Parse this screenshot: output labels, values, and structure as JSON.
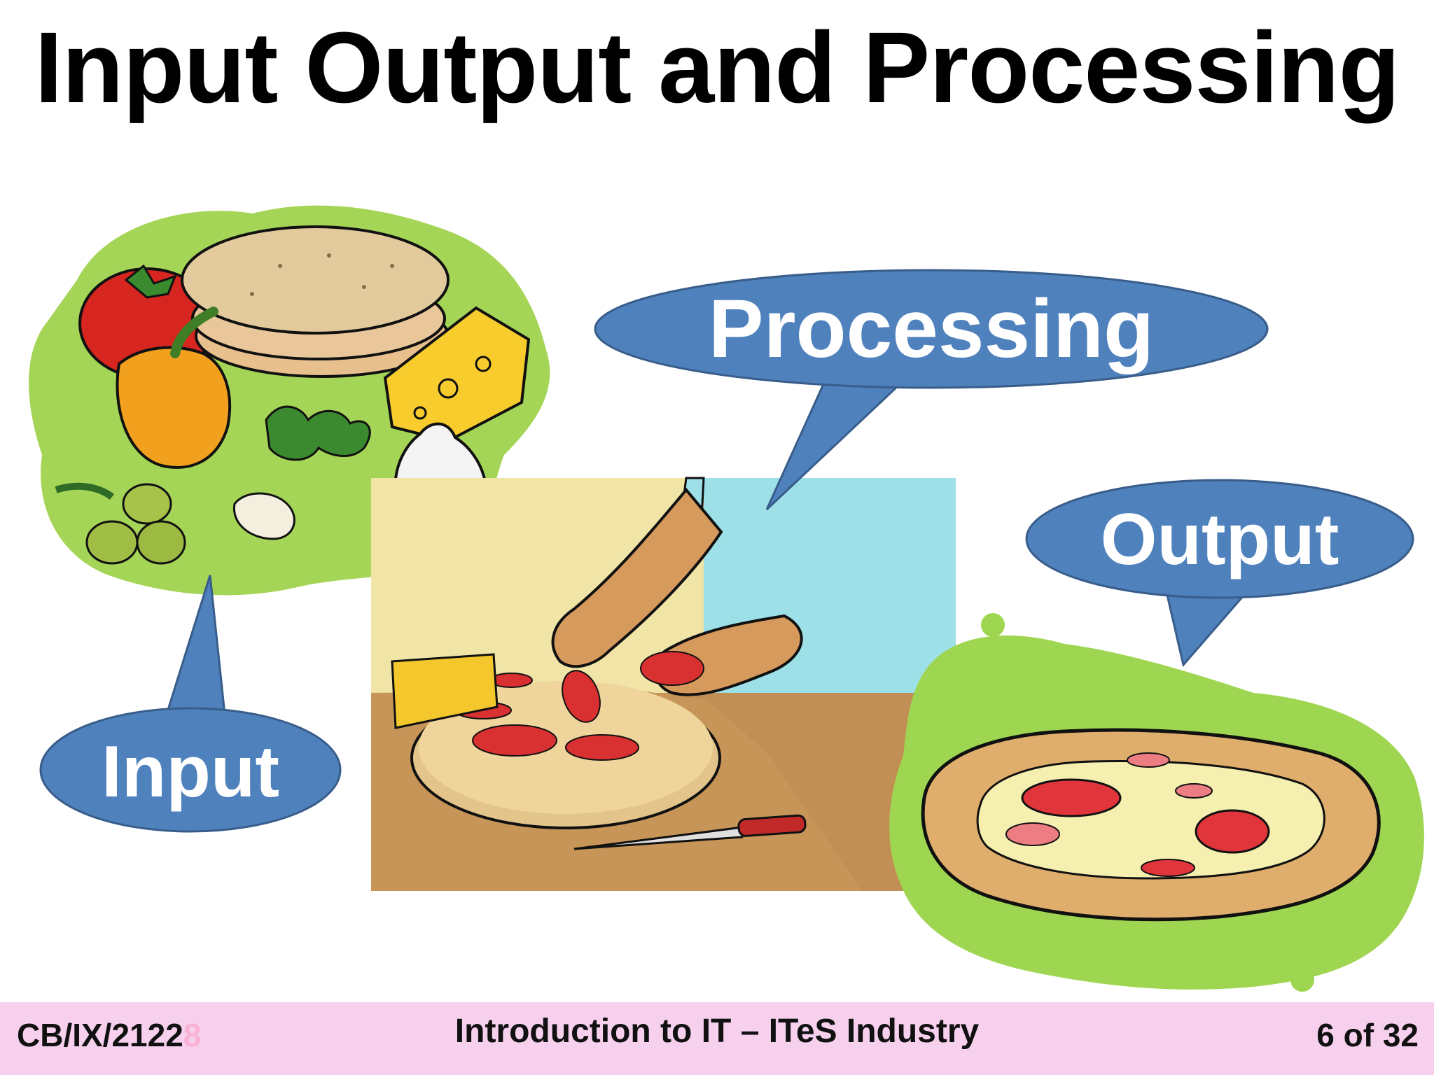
{
  "slide": {
    "title": "Input Output and Processing"
  },
  "bubbles": {
    "processing": "Processing",
    "input": "Input",
    "output": "Output"
  },
  "footer": {
    "code": "CB/IX/2122",
    "code_faint": "8",
    "course": "Introduction to IT – ITeS Industry",
    "page": "6 of 32"
  },
  "colors": {
    "bubble_fill": "#4f81bd",
    "bubble_stroke": "#385d8a",
    "footer_background": "#f7d0ee",
    "blob_green": "#9fd651"
  }
}
